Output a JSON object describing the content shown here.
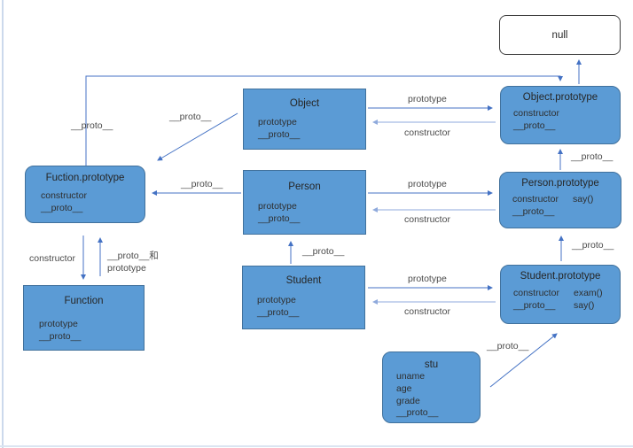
{
  "colors": {
    "node_fill": "#5b9bd5",
    "node_border": "#41719c",
    "arrow": "#4472c4",
    "arrow_light": "#8faadc",
    "null_border": "#3f3f3f",
    "text": "#2e2e2e",
    "page_edge": "#ccd9ec"
  },
  "nodes": {
    "null_box": {
      "title": "null"
    },
    "object": {
      "title": "Object",
      "fields": [
        "prototype",
        "__proto__"
      ]
    },
    "function_prototype": {
      "title": "Fuction.prototype",
      "fields": [
        "constructor",
        "__proto__"
      ]
    },
    "person": {
      "title": "Person",
      "fields": [
        "prototype",
        "__proto__"
      ]
    },
    "function": {
      "title": "Function",
      "fields": [
        "prototype",
        "__proto__"
      ]
    },
    "student": {
      "title": "Student",
      "fields": [
        "prototype",
        "__proto__"
      ]
    },
    "object_prototype": {
      "title": "Object.prototype",
      "fields": [
        "constructor",
        "__proto__"
      ]
    },
    "person_prototype": {
      "title": "Person.prototype",
      "col1": [
        "constructor",
        "__proto__"
      ],
      "col2": [
        "say()",
        ""
      ]
    },
    "student_prototype": {
      "title": "Student.prototype",
      "col1": [
        "constructor",
        "__proto__"
      ],
      "col2": [
        "exam()",
        "say()"
      ]
    },
    "stu": {
      "title": "stu",
      "fields": [
        "uname",
        "age",
        "grade",
        "__proto__"
      ]
    }
  },
  "edges": [
    {
      "from": "Fuction.prototype",
      "to": "Object.prototype",
      "label": "__proto__"
    },
    {
      "from": "Object.prototype",
      "to": "null",
      "label": ""
    },
    {
      "from": "Object",
      "to": "Object.prototype",
      "label": "prototype"
    },
    {
      "from": "Object.prototype",
      "to": "Object",
      "label": "constructor"
    },
    {
      "from": "Object",
      "to": "Fuction.prototype",
      "label": "__proto__"
    },
    {
      "from": "Person",
      "to": "Fuction.prototype",
      "label": "__proto__"
    },
    {
      "from": "Person",
      "to": "Person.prototype",
      "label": "prototype"
    },
    {
      "from": "Person.prototype",
      "to": "Person",
      "label": "constructor"
    },
    {
      "from": "Person.prototype",
      "to": "Object.prototype",
      "label": "__proto__"
    },
    {
      "from": "Fuction.prototype",
      "to": "Function",
      "label": "constructor"
    },
    {
      "from": "Function",
      "to": "Fuction.prototype",
      "label": "__proto__和",
      "label2": "prototype"
    },
    {
      "from": "Student",
      "to": "Person",
      "label": "__proto__"
    },
    {
      "from": "Student",
      "to": "Student.prototype",
      "label": "prototype"
    },
    {
      "from": "Student.prototype",
      "to": "Student",
      "label": "constructor"
    },
    {
      "from": "Student.prototype",
      "to": "Person.prototype",
      "label": "__proto__"
    },
    {
      "from": "stu",
      "to": "Student.prototype",
      "label": "__proto__"
    }
  ]
}
